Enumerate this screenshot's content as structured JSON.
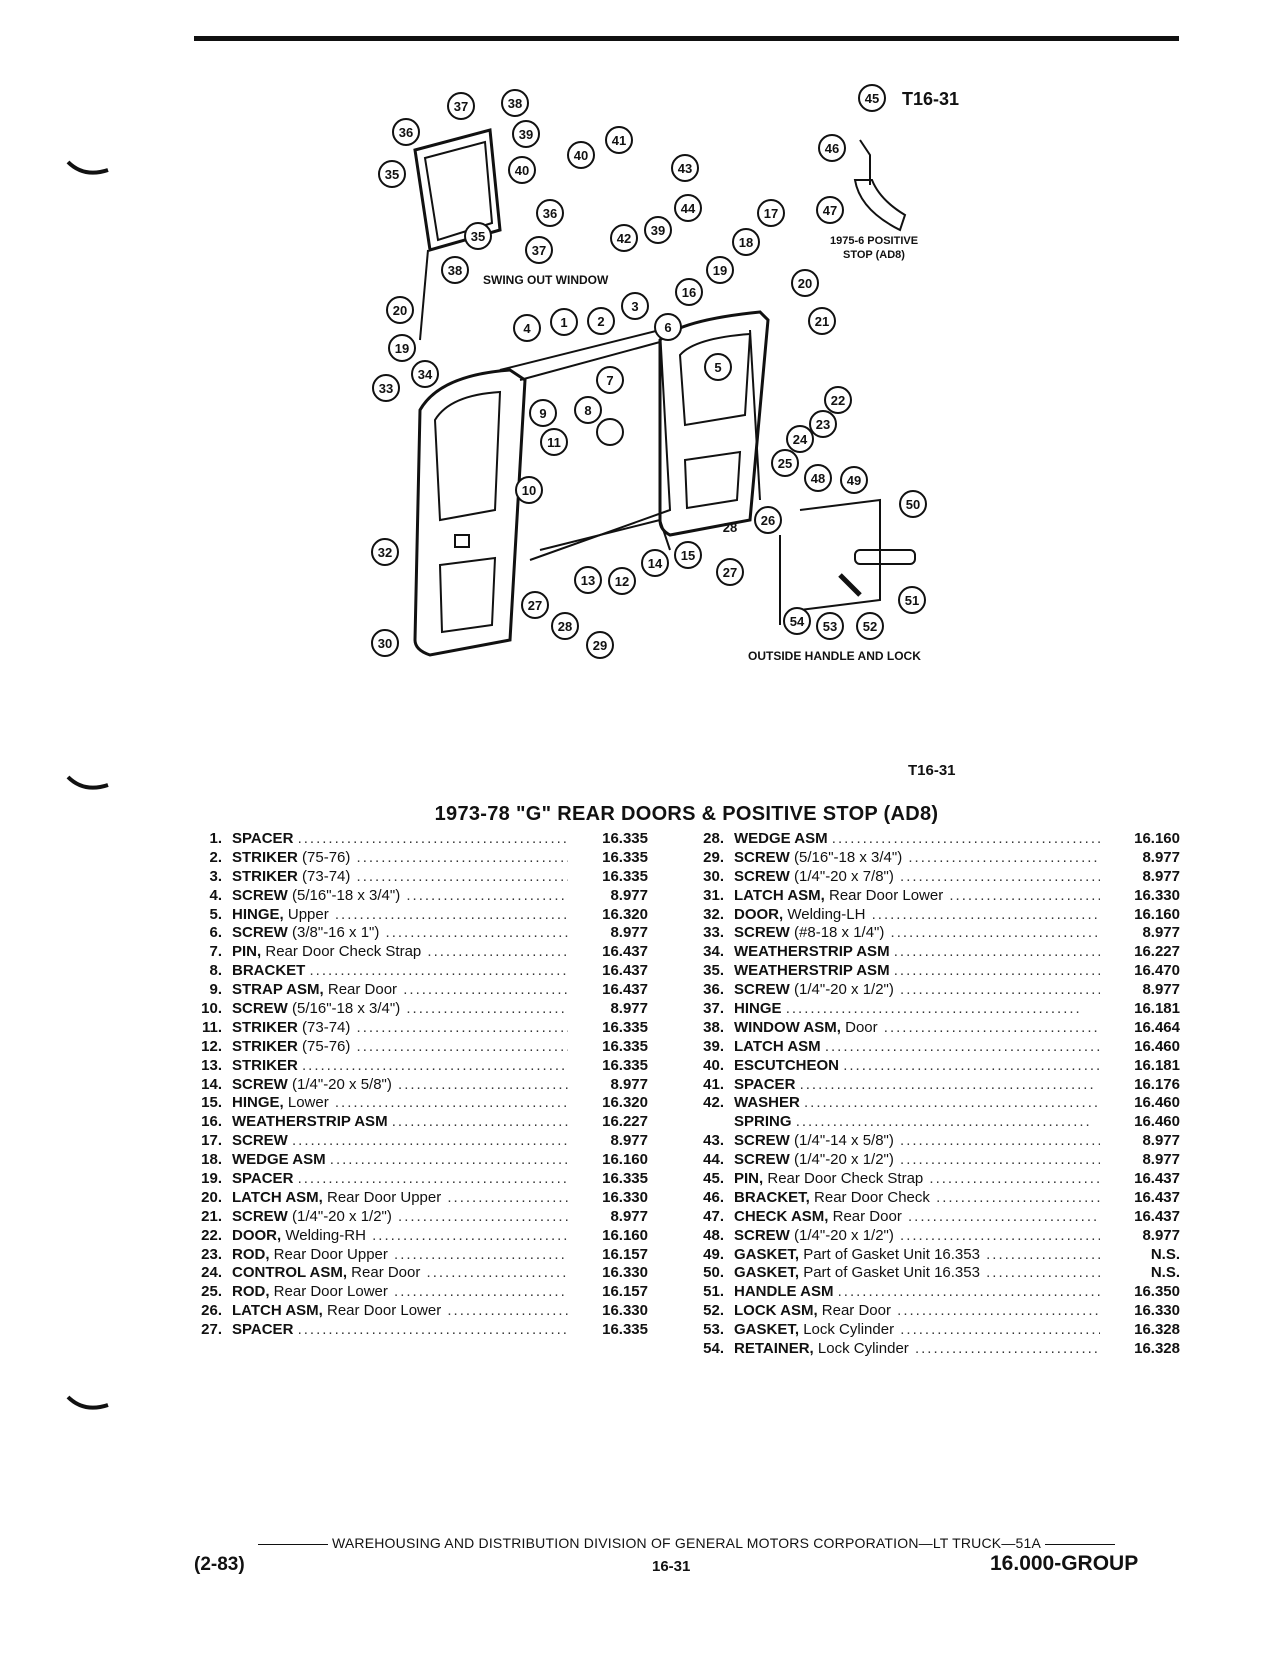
{
  "diagram": {
    "figure_label": "T16-31",
    "labels": {
      "swing_out_window": "SWING OUT WINDOW",
      "positive_stop_line1": "1975-6 POSITIVE",
      "positive_stop_line2": "STOP (AD8)",
      "outside_handle": "OUTSIDE HANDLE AND LOCK"
    }
  },
  "figure_id": "T16-31",
  "title": "1973-78 \"G\" REAR DOORS & POSITIVE STOP (AD8)",
  "left_parts": [
    {
      "num": "1.",
      "name": "SPACER",
      "qual": "",
      "ref": "16.335"
    },
    {
      "num": "2.",
      "name": "STRIKER",
      "qual": "(75-76)",
      "ref": "16.335"
    },
    {
      "num": "3.",
      "name": "STRIKER",
      "qual": "(73-74)",
      "ref": "16.335"
    },
    {
      "num": "4.",
      "name": "SCREW",
      "qual": "(5/16\"-18 x 3/4\")",
      "ref": "8.977"
    },
    {
      "num": "5.",
      "name": "HINGE,",
      "qual": "Upper",
      "ref": "16.320"
    },
    {
      "num": "6.",
      "name": "SCREW",
      "qual": "(3/8\"-16 x 1\")",
      "ref": "8.977"
    },
    {
      "num": "7.",
      "name": "PIN,",
      "qual": "Rear Door Check Strap",
      "ref": "16.437"
    },
    {
      "num": "8.",
      "name": "BRACKET",
      "qual": "",
      "ref": "16.437"
    },
    {
      "num": "9.",
      "name": "STRAP ASM,",
      "qual": "Rear Door",
      "ref": "16.437"
    },
    {
      "num": "10.",
      "name": "SCREW",
      "qual": "(5/16\"-18 x 3/4\")",
      "ref": "8.977"
    },
    {
      "num": "11.",
      "name": "STRIKER",
      "qual": "(73-74)",
      "ref": "16.335"
    },
    {
      "num": "12.",
      "name": "STRIKER",
      "qual": "(75-76)",
      "ref": "16.335"
    },
    {
      "num": "13.",
      "name": "STRIKER",
      "qual": "",
      "ref": "16.335"
    },
    {
      "num": "14.",
      "name": "SCREW",
      "qual": "(1/4\"-20 x 5/8\")",
      "ref": "8.977"
    },
    {
      "num": "15.",
      "name": "HINGE,",
      "qual": "Lower",
      "ref": "16.320"
    },
    {
      "num": "16.",
      "name": "WEATHERSTRIP ASM",
      "qual": "",
      "ref": "16.227"
    },
    {
      "num": "17.",
      "name": "SCREW",
      "qual": "",
      "ref": "8.977"
    },
    {
      "num": "18.",
      "name": "WEDGE ASM",
      "qual": "",
      "ref": "16.160"
    },
    {
      "num": "19.",
      "name": "SPACER",
      "qual": "",
      "ref": "16.335"
    },
    {
      "num": "20.",
      "name": "LATCH ASM,",
      "qual": "Rear Door Upper",
      "ref": "16.330"
    },
    {
      "num": "21.",
      "name": "SCREW",
      "qual": "(1/4\"-20 x 1/2\")",
      "ref": "8.977"
    },
    {
      "num": "22.",
      "name": "DOOR,",
      "qual": "Welding-RH",
      "ref": "16.160"
    },
    {
      "num": "23.",
      "name": "ROD,",
      "qual": "Rear Door Upper",
      "ref": "16.157"
    },
    {
      "num": "24.",
      "name": "CONTROL ASM,",
      "qual": "Rear Door",
      "ref": "16.330"
    },
    {
      "num": "25.",
      "name": "ROD,",
      "qual": "Rear Door Lower",
      "ref": "16.157"
    },
    {
      "num": "26.",
      "name": "LATCH ASM,",
      "qual": "Rear Door Lower",
      "ref": "16.330"
    },
    {
      "num": "27.",
      "name": "SPACER",
      "qual": "",
      "ref": "16.335"
    }
  ],
  "right_parts": [
    {
      "num": "28.",
      "name": "WEDGE ASM",
      "qual": "",
      "ref": "16.160"
    },
    {
      "num": "29.",
      "name": "SCREW",
      "qual": "(5/16\"-18 x 3/4\")",
      "ref": "8.977"
    },
    {
      "num": "30.",
      "name": "SCREW",
      "qual": "(1/4\"-20 x 7/8\")",
      "ref": "8.977"
    },
    {
      "num": "31.",
      "name": "LATCH ASM,",
      "qual": "Rear Door Lower",
      "ref": "16.330"
    },
    {
      "num": "32.",
      "name": "DOOR,",
      "qual": "Welding-LH",
      "ref": "16.160"
    },
    {
      "num": "33.",
      "name": "SCREW",
      "qual": "(#8-18 x 1/4\")",
      "ref": "8.977"
    },
    {
      "num": "34.",
      "name": "WEATHERSTRIP ASM",
      "qual": "",
      "ref": "16.227"
    },
    {
      "num": "35.",
      "name": "WEATHERSTRIP ASM",
      "qual": "",
      "ref": "16.470"
    },
    {
      "num": "36.",
      "name": "SCREW",
      "qual": "(1/4\"-20 x 1/2\")",
      "ref": "8.977"
    },
    {
      "num": "37.",
      "name": "HINGE",
      "qual": "",
      "ref": "16.181"
    },
    {
      "num": "38.",
      "name": "WINDOW ASM,",
      "qual": "Door",
      "ref": "16.464"
    },
    {
      "num": "39.",
      "name": "LATCH ASM",
      "qual": "",
      "ref": "16.460"
    },
    {
      "num": "40.",
      "name": "ESCUTCHEON",
      "qual": "",
      "ref": "16.181"
    },
    {
      "num": "41.",
      "name": "SPACER",
      "qual": "",
      "ref": "16.176"
    },
    {
      "num": "42.",
      "name": "WASHER",
      "qual": "",
      "ref": "16.460"
    },
    {
      "num": "",
      "name": "SPRING",
      "qual": "",
      "ref": "16.460"
    },
    {
      "num": "43.",
      "name": "SCREW",
      "qual": "(1/4\"-14 x 5/8\")",
      "ref": "8.977"
    },
    {
      "num": "44.",
      "name": "SCREW",
      "qual": "(1/4\"-20 x 1/2\")",
      "ref": "8.977"
    },
    {
      "num": "45.",
      "name": "PIN,",
      "qual": "Rear Door Check Strap",
      "ref": "16.437"
    },
    {
      "num": "46.",
      "name": "BRACKET,",
      "qual": "Rear Door Check",
      "ref": "16.437"
    },
    {
      "num": "47.",
      "name": "CHECK ASM,",
      "qual": "Rear Door",
      "ref": "16.437"
    },
    {
      "num": "48.",
      "name": "SCREW",
      "qual": "(1/4\"-20 x 1/2\")",
      "ref": "8.977"
    },
    {
      "num": "49.",
      "name": "GASKET,",
      "qual": "Part of Gasket Unit 16.353",
      "ref": "N.S."
    },
    {
      "num": "50.",
      "name": "GASKET,",
      "qual": "Part of Gasket Unit 16.353",
      "ref": "N.S."
    },
    {
      "num": "51.",
      "name": "HANDLE ASM",
      "qual": "",
      "ref": "16.350"
    },
    {
      "num": "52.",
      "name": "LOCK ASM,",
      "qual": "Rear Door",
      "ref": "16.330"
    },
    {
      "num": "53.",
      "name": "GASKET,",
      "qual": "Lock Cylinder",
      "ref": "16.328"
    },
    {
      "num": "54.",
      "name": "RETAINER,",
      "qual": "Lock Cylinder",
      "ref": "16.328"
    }
  ],
  "footer": {
    "division": "WAREHOUSING AND DISTRIBUTION  DIVISION OF GENERAL MOTORS CORPORATION—LT TRUCK—51A",
    "date": "(2-83)",
    "page": "16-31",
    "group": "16.000-GROUP"
  }
}
